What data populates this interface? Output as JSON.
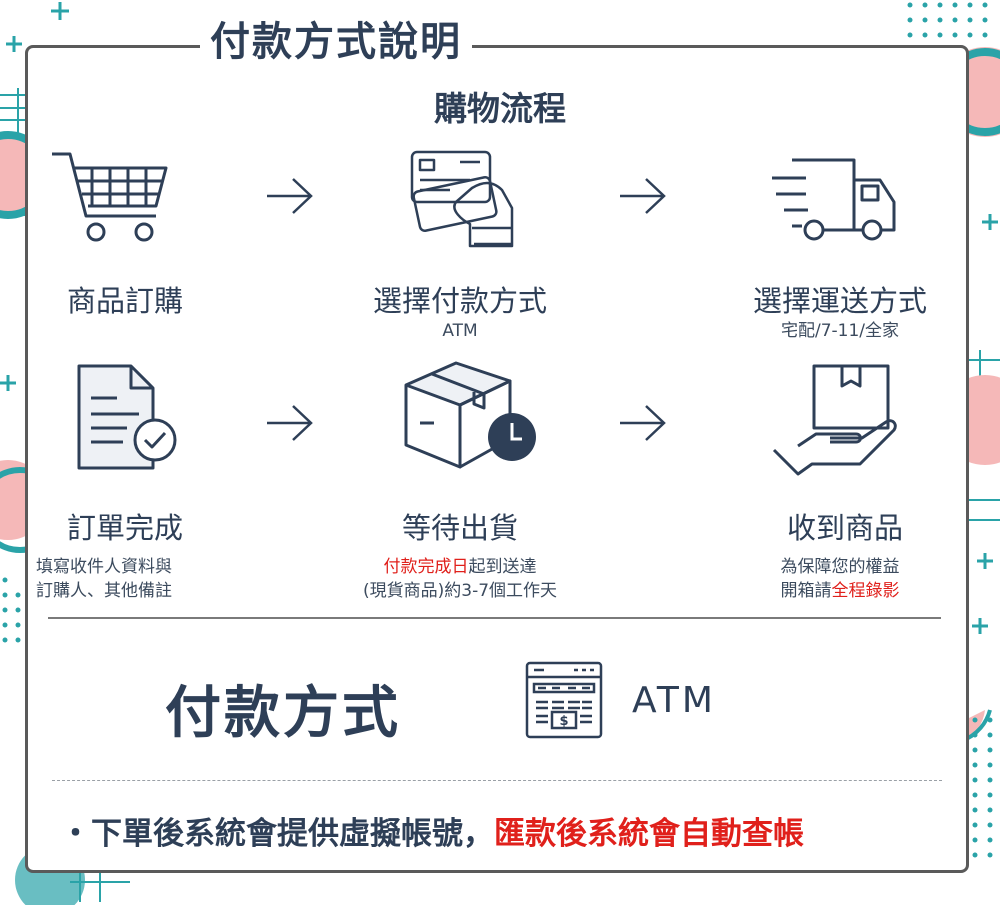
{
  "title": "付款方式說明",
  "section_title": "購物流程",
  "steps": [
    {
      "label": "商品訂購",
      "icon": "shopping-cart-icon"
    },
    {
      "label": "選擇付款方式",
      "sub": "ATM",
      "icon": "credit-card-hand-icon"
    },
    {
      "label": "選擇運送方式",
      "sub": "宅配/7-11/全家",
      "icon": "delivery-truck-icon"
    },
    {
      "label": "訂單完成",
      "sub1": "填寫收件人資料與",
      "sub2": "訂購人、其他備註",
      "icon": "document-check-icon"
    },
    {
      "label": "等待出貨",
      "sub1_red": "付款完成日",
      "sub1_rest": "起到送達",
      "sub2": "(現貨商品)約3-7個工作天",
      "icon": "box-clock-icon"
    },
    {
      "label": "收到商品",
      "sub1": "為保障您的權益",
      "sub2_prefix": "開箱請",
      "sub2_red": "全程錄影",
      "icon": "hand-box-icon"
    }
  ],
  "payment": {
    "title": "付款方式",
    "method": "ATM",
    "icon": "atm-machine-icon"
  },
  "note": {
    "bullet": "・",
    "text": "下單後系統會提供虛擬帳號，",
    "text_red": "匯款後系統會自動查帳"
  },
  "colors": {
    "navy": "#2e3f57",
    "red": "#e0201b",
    "teal": "#2aa3a8",
    "pink": "#f5b8b8"
  }
}
